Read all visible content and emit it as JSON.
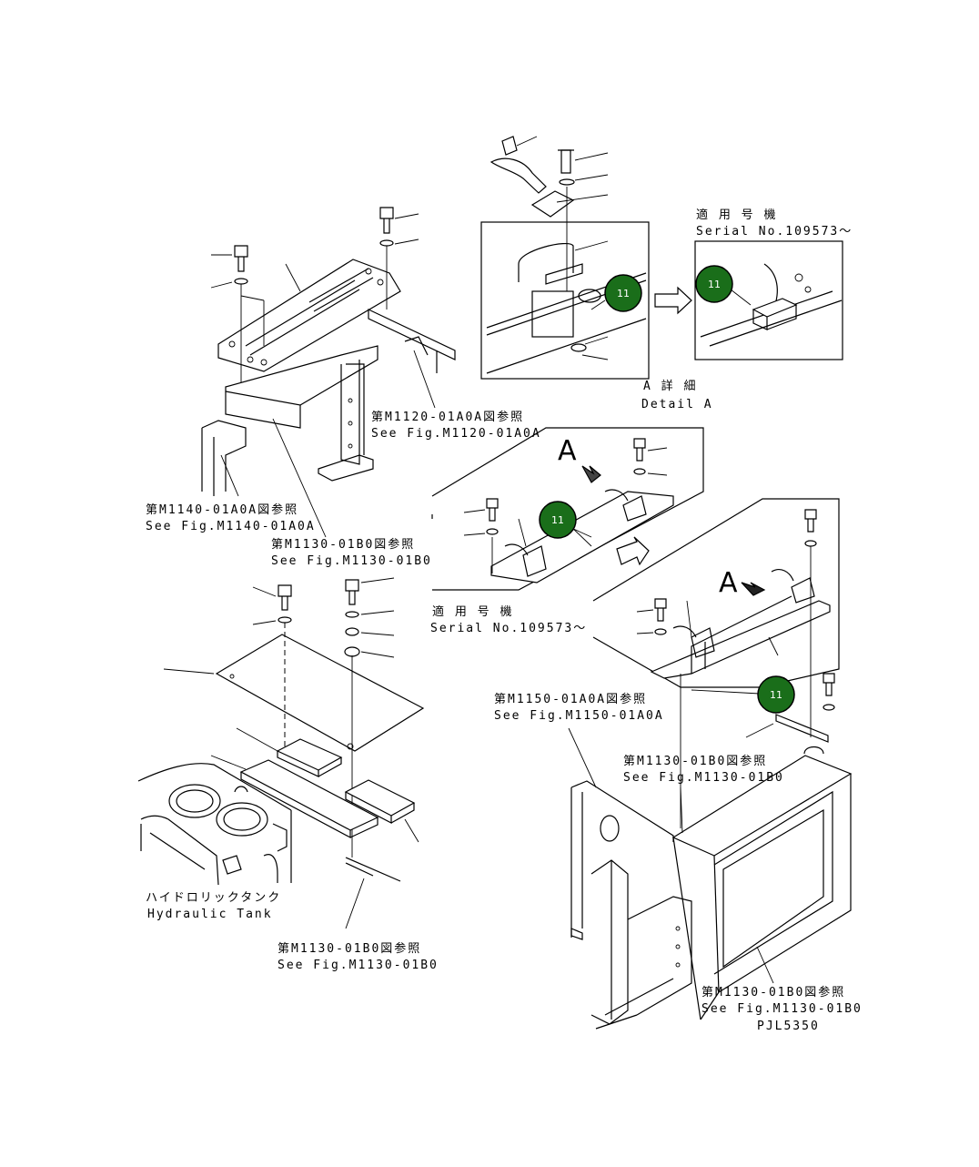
{
  "detail": {
    "title_jp": "A 詳 細",
    "title_en": "Detail A"
  },
  "serial": {
    "label_jp": "適 用 号 機",
    "label_en": "Serial No.109573～"
  },
  "refs": {
    "m1120_jp": "第M1120-01A0A図参照",
    "m1120_en": "See Fig.M1120-01A0A",
    "m1140_jp": "第M1140-01A0A図参照",
    "m1140_en": "See Fig.M1140-01A0A",
    "m1130_jp": "第M1130-01B0図参照",
    "m1130_en": "See Fig.M1130-01B0",
    "m1150_jp": "第M1150-01A0A図参照",
    "m1150_en": "See Fig.M1150-01A0A"
  },
  "tank": {
    "label_jp": "ハイドロリックタンク",
    "label_en": "Hydraulic Tank"
  },
  "view_marker": "A",
  "callout_number": "11",
  "drawing_code": "PJL5350",
  "colors": {
    "callout_fill": "#1a6e1a",
    "line": "#000000"
  }
}
